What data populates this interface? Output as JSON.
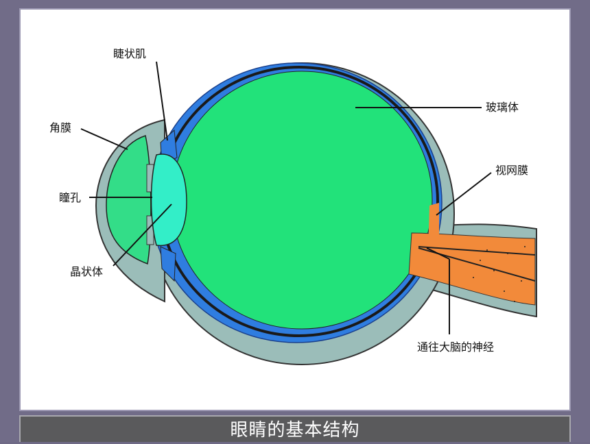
{
  "caption": "眼睛的基本结构",
  "labels": {
    "ciliary_muscle": "睫状肌",
    "cornea": "角膜",
    "pupil": "瞳孔",
    "lens": "晶状体",
    "vitreous": "玻璃体",
    "retina": "视网膜",
    "optic_nerve": "通往大脑的神经"
  },
  "colors": {
    "sclera": "#9bbdb9",
    "choroid": "#2f7de0",
    "retina_dark": "#1a1a1a",
    "vitreous": "#22e27a",
    "cornea": "#33dd88",
    "lens": "#33eec8",
    "nerve": "#f28a3a"
  }
}
